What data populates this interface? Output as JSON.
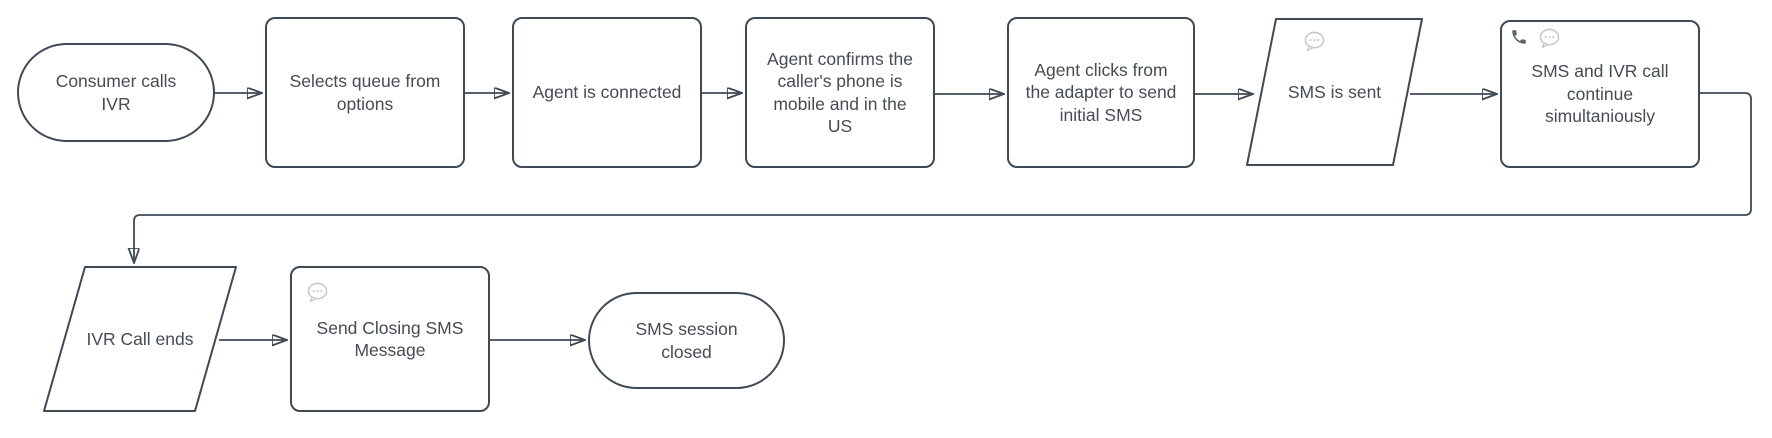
{
  "diagram": {
    "type": "flowchart",
    "colors": {
      "background": "#ffffff",
      "shape_fill": "#ffffff",
      "stroke": "#3f4a55",
      "text": "#454c54",
      "bubble_icon_gray": "#c5c8cb",
      "phone_icon_dark": "#5b6570"
    },
    "nodes": [
      {
        "id": "consumer-calls-ivr",
        "shape": "terminator",
        "label": "Consumer calls IVR",
        "icons": []
      },
      {
        "id": "selects-queue",
        "shape": "process",
        "label": "Selects queue from options",
        "icons": []
      },
      {
        "id": "agent-connected",
        "shape": "process",
        "label": "Agent is connected",
        "icons": []
      },
      {
        "id": "agent-confirms",
        "shape": "process",
        "label": "Agent confirms the caller's phone is mobile and in the US",
        "icons": []
      },
      {
        "id": "agent-clicks",
        "shape": "process",
        "label": "Agent clicks from the adapter to send initial SMS",
        "icons": []
      },
      {
        "id": "sms-sent",
        "shape": "parallelogram",
        "label": "SMS is sent",
        "icons": [
          "speech-bubble"
        ]
      },
      {
        "id": "sms-ivr-continue",
        "shape": "process",
        "label": "SMS and IVR call continue simultaniously",
        "icons": [
          "phone",
          "speech-bubble"
        ]
      },
      {
        "id": "ivr-call-ends",
        "shape": "parallelogram",
        "label": "IVR Call ends",
        "icons": []
      },
      {
        "id": "send-closing-sms",
        "shape": "process",
        "label": "Send Closing SMS Message",
        "icons": [
          "speech-bubble"
        ]
      },
      {
        "id": "sms-session-closed",
        "shape": "terminator",
        "label": "SMS session closed",
        "icons": []
      }
    ],
    "edges": [
      {
        "from": "consumer-calls-ivr",
        "to": "selects-queue"
      },
      {
        "from": "selects-queue",
        "to": "agent-connected"
      },
      {
        "from": "agent-connected",
        "to": "agent-confirms"
      },
      {
        "from": "agent-confirms",
        "to": "agent-clicks"
      },
      {
        "from": "agent-clicks",
        "to": "sms-sent"
      },
      {
        "from": "sms-sent",
        "to": "sms-ivr-continue"
      },
      {
        "from": "sms-ivr-continue",
        "to": "ivr-call-ends"
      },
      {
        "from": "ivr-call-ends",
        "to": "send-closing-sms"
      },
      {
        "from": "send-closing-sms",
        "to": "sms-session-closed"
      }
    ]
  }
}
